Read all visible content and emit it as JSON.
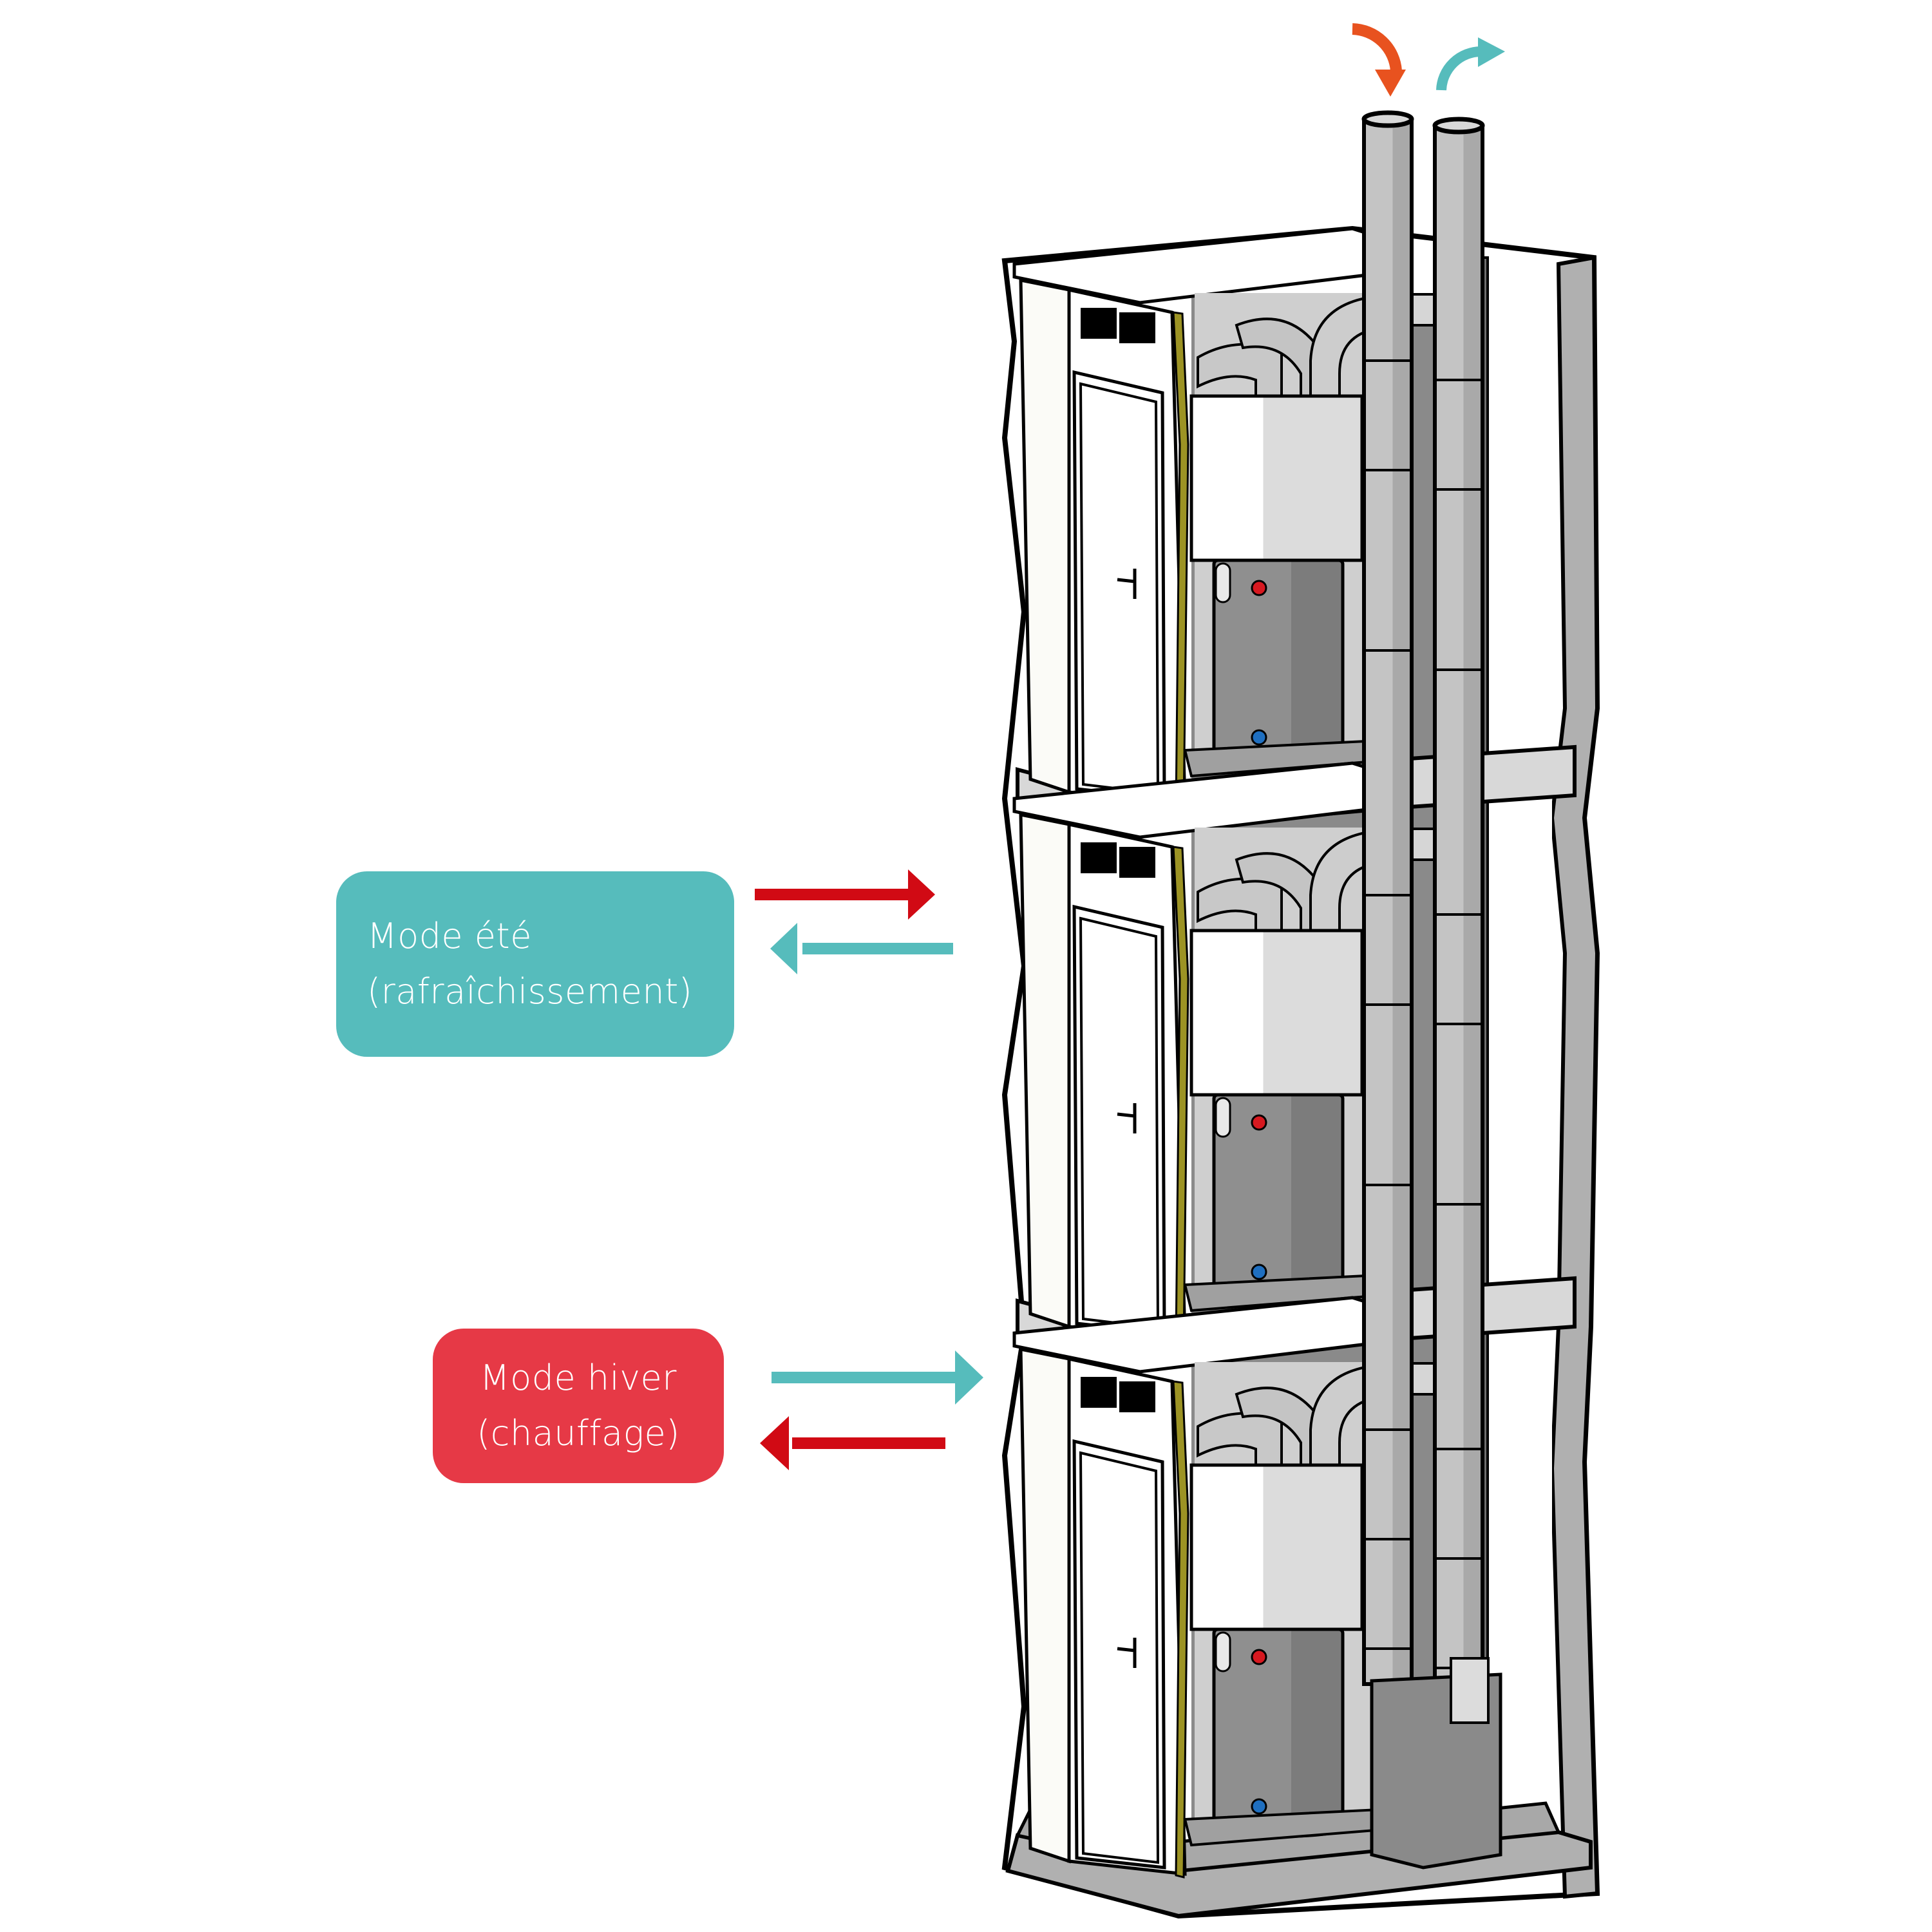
{
  "diagram": {
    "subject": "Multi-storey building cutaway with ventilation / heat pump units and water tanks on each floor",
    "floors": 3,
    "labels": {
      "summer": {
        "line1": "Mode été",
        "line2": "(rafraîchissement)"
      },
      "winter": {
        "line1": "Mode hiver",
        "line2": "(chauffage)"
      }
    },
    "roof_flows": {
      "intake": {
        "icon": "curved-arrow-down-icon",
        "meaning": "air intake"
      },
      "exhaust": {
        "icon": "curved-arrow-right-icon",
        "meaning": "air exhaust"
      }
    },
    "mode_flows": {
      "summer": [
        {
          "direction": "right",
          "color_key": "hot"
        },
        {
          "direction": "left",
          "color_key": "cool"
        }
      ],
      "winter": [
        {
          "direction": "right",
          "color_key": "cool"
        },
        {
          "direction": "left",
          "color_key": "hot"
        }
      ]
    }
  },
  "colors": {
    "summer_box": "#56BCBC",
    "winter_box": "#E63946",
    "hot_arrow": "#D10A14",
    "cool_arrow": "#56BCBC",
    "intake_arrow": "#E8521F",
    "exhaust_arrow": "#56BCBC",
    "wall_gray": "#8A8A8A",
    "light_gray": "#C8C8C8",
    "insulation": "#9C9324",
    "tank_gray": "#8C8C8C",
    "hot_valve": "#D71920",
    "cold_valve": "#1F6FC0"
  }
}
